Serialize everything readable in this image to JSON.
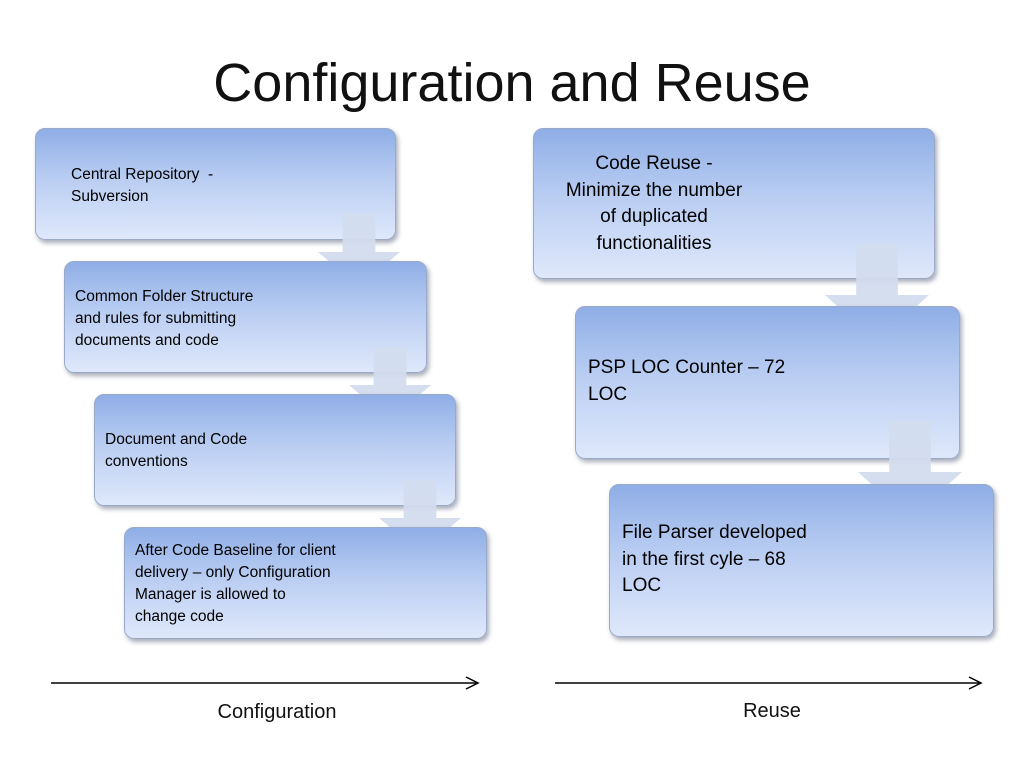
{
  "title": "Configuration and Reuse",
  "configuration": {
    "label": "Configuration",
    "steps": [
      {
        "text": "Central Repository  -\nSubversion"
      },
      {
        "text": "Common Folder Structure\nand rules for submitting\ndocuments and code"
      },
      {
        "text": "Document and Code\nconventions"
      },
      {
        "text": "After Code Baseline for client\ndelivery – only Configuration\nManager is allowed to\nchange code"
      }
    ]
  },
  "reuse": {
    "label": "Reuse",
    "steps": [
      {
        "text": "Code Reuse -\nMinimize the number\nof duplicated\nfunctionalities"
      },
      {
        "text": "PSP LOC Counter – 72\nLOC"
      },
      {
        "text": "File Parser developed\nin the first cyle – 68\nLOC"
      }
    ]
  },
  "colors": {
    "box_top": "#8faee6",
    "box_bottom": "#dfe8fb",
    "arrow": "#d2dcee"
  }
}
